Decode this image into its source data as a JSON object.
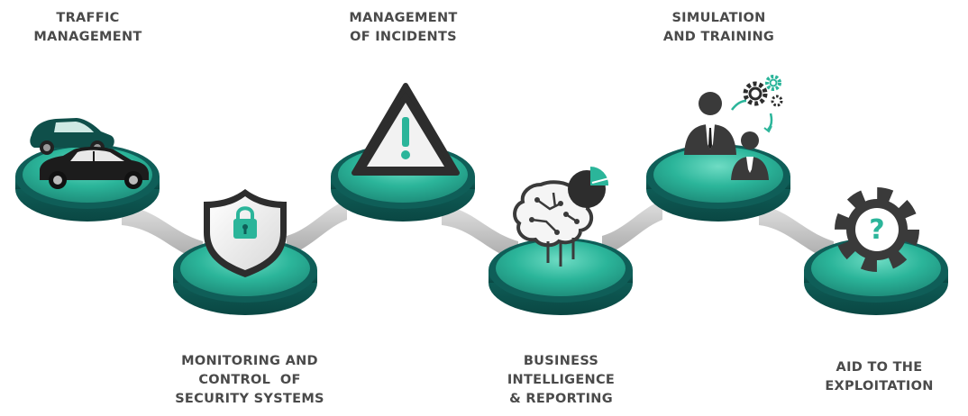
{
  "stages": [
    {
      "id": "traffic",
      "lines": [
        "TRAFFIC",
        "MANAGEMENT"
      ],
      "icon": "cars-icon"
    },
    {
      "id": "monitoring",
      "lines": [
        "MONITORING AND",
        "CONTROL  OF",
        "SECURITY SYSTEMS"
      ],
      "icon": "shield-lock-icon"
    },
    {
      "id": "incidents",
      "lines": [
        "MANAGEMENT",
        "OF INCIDENTS"
      ],
      "icon": "warning-icon"
    },
    {
      "id": "bi",
      "lines": [
        "BUSINESS",
        "INTELLIGENCE",
        "& REPORTING"
      ],
      "icon": "brain-chart-icon"
    },
    {
      "id": "simulation",
      "lines": [
        "SIMULATION",
        "AND TRAINING"
      ],
      "icon": "people-gears-icon"
    },
    {
      "id": "exploitation",
      "lines": [
        "AID TO THE",
        "EXPLOITATION"
      ],
      "icon": "gear-question-icon"
    }
  ],
  "colors": {
    "disc_top": "#2bb59a",
    "disc_top_light": "#5fd3bb",
    "disc_side": "#0f5e58",
    "disc_rim": "#0b4a46",
    "connector": "#bfbfbf",
    "text": "#4a4a4a",
    "icon_dark": "#2c2c2c",
    "accent": "#2bb59a"
  }
}
